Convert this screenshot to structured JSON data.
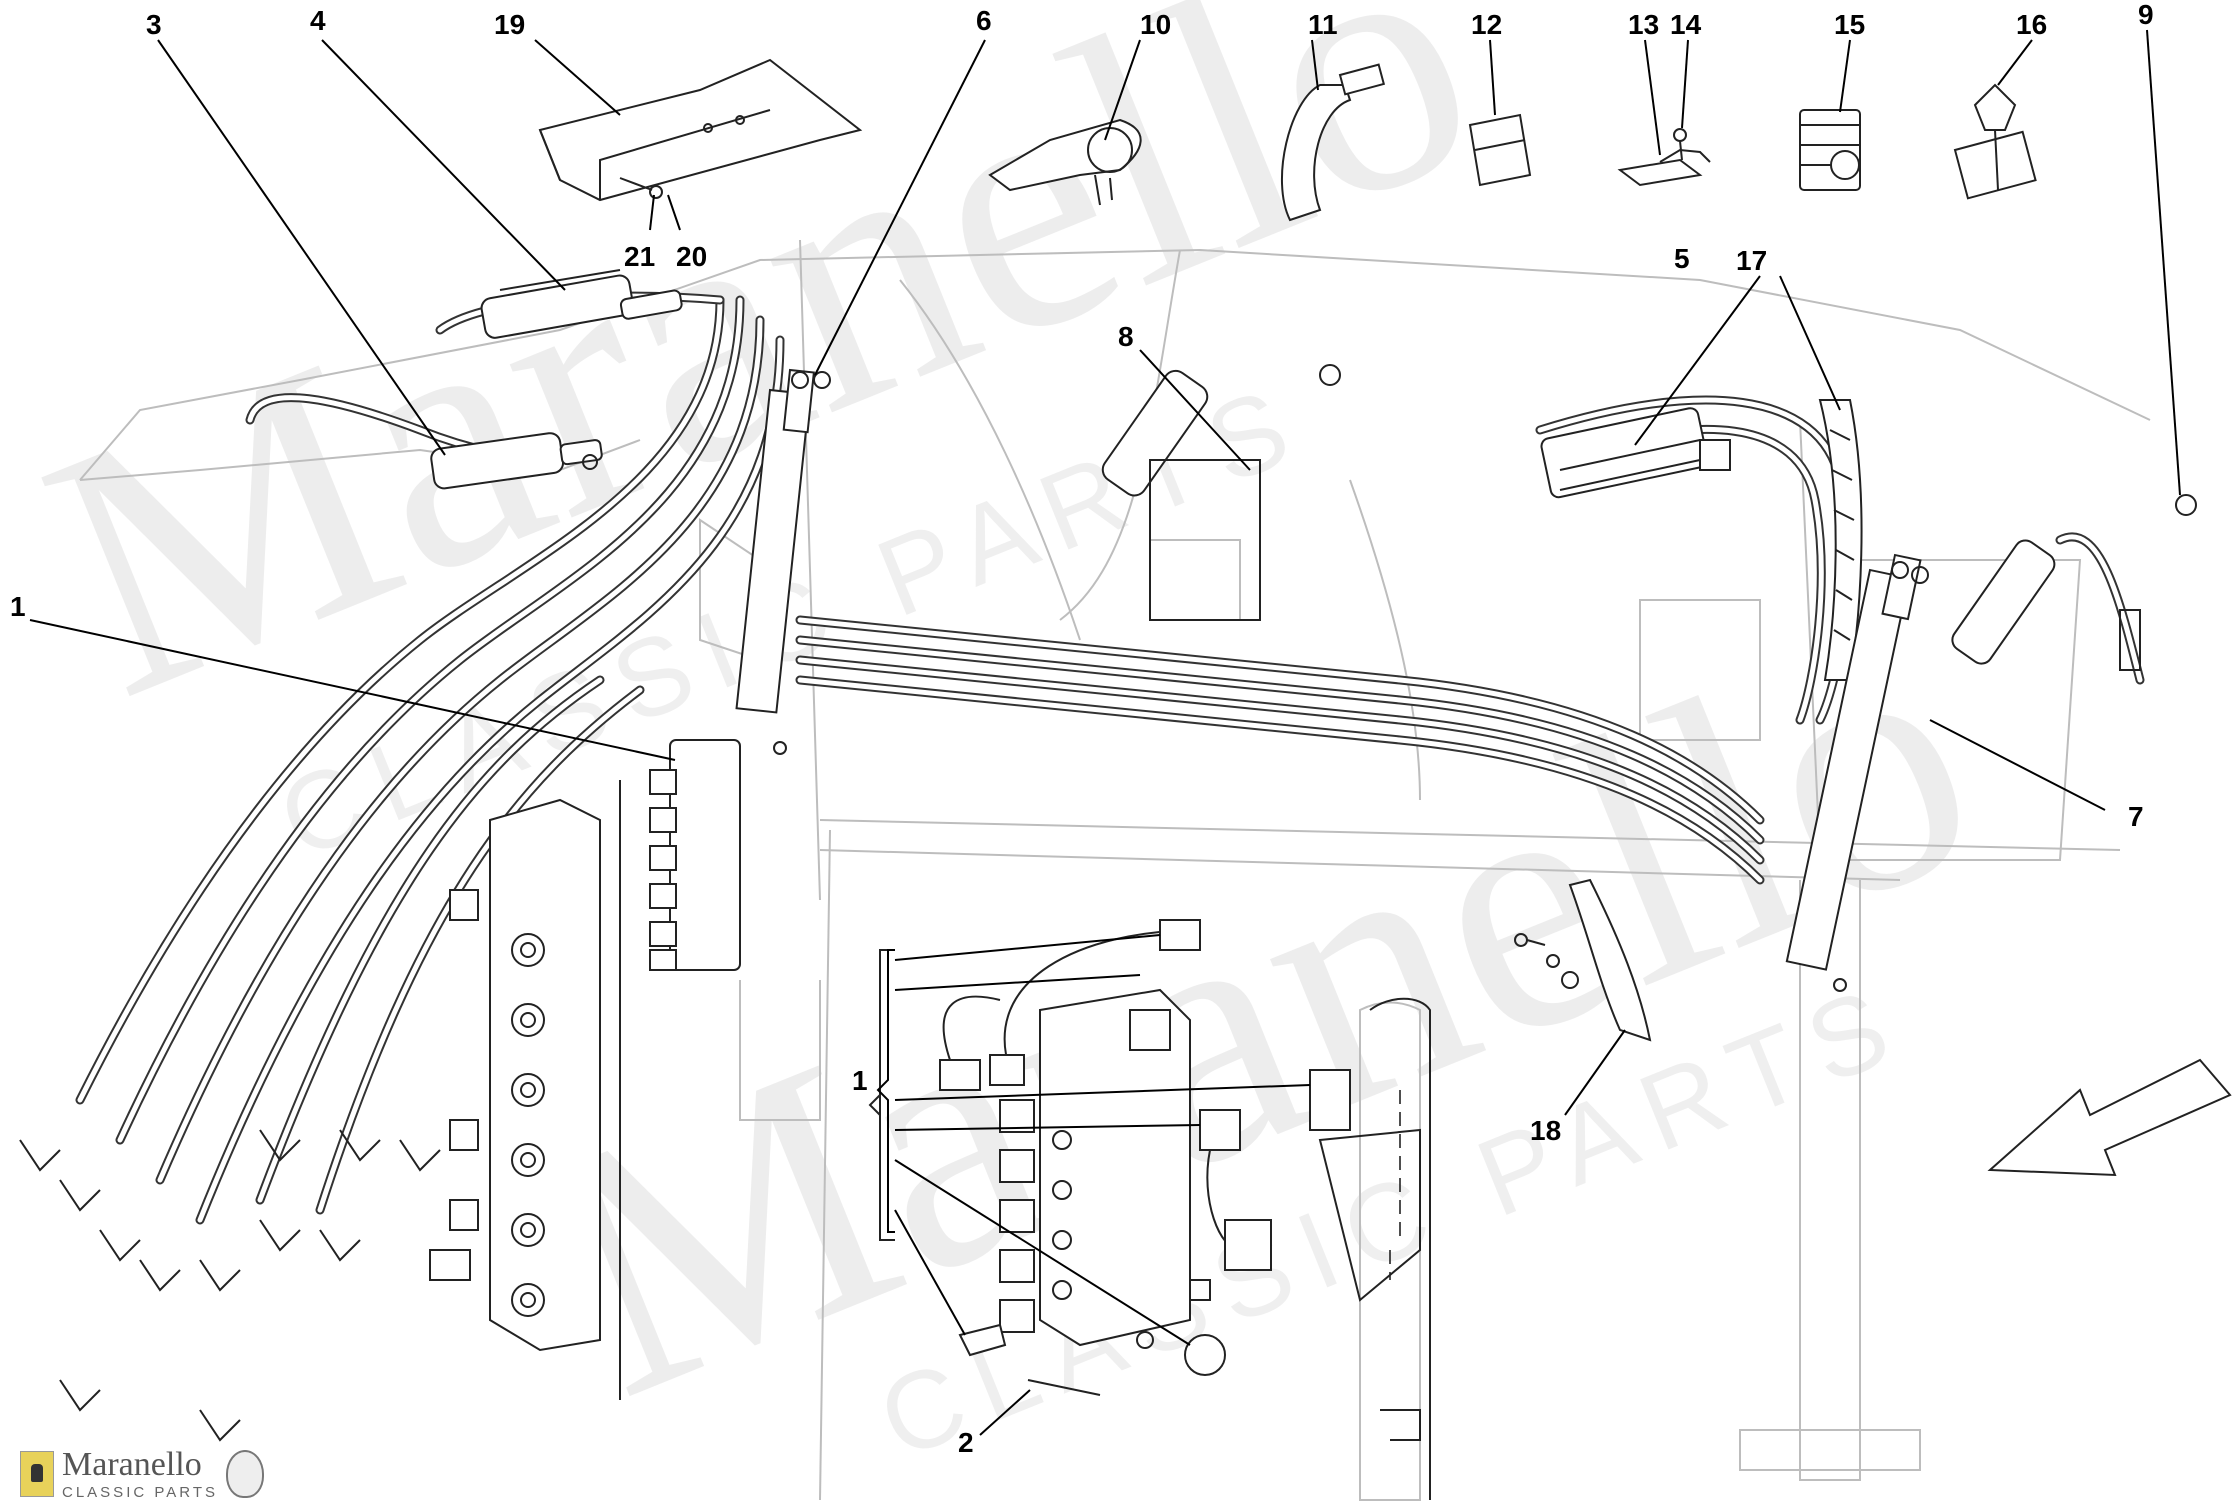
{
  "watermark": {
    "text": "Maranello",
    "subtext": "CLASSIC PARTS"
  },
  "logo": {
    "name": "Maranello",
    "sub": "CLASSIC PARTS"
  },
  "callouts": [
    {
      "id": "c1a",
      "text": "1"
    },
    {
      "id": "c1b",
      "text": "1"
    },
    {
      "id": "c2",
      "text": "2"
    },
    {
      "id": "c3",
      "text": "3"
    },
    {
      "id": "c4",
      "text": "4"
    },
    {
      "id": "c5",
      "text": "5"
    },
    {
      "id": "c6",
      "text": "6"
    },
    {
      "id": "c7",
      "text": "7"
    },
    {
      "id": "c8",
      "text": "8"
    },
    {
      "id": "c9",
      "text": "9"
    },
    {
      "id": "c10",
      "text": "10"
    },
    {
      "id": "c11",
      "text": "11"
    },
    {
      "id": "c12",
      "text": "12"
    },
    {
      "id": "c13",
      "text": "13"
    },
    {
      "id": "c14",
      "text": "14"
    },
    {
      "id": "c15",
      "text": "15"
    },
    {
      "id": "c16",
      "text": "16"
    },
    {
      "id": "c17",
      "text": "17"
    },
    {
      "id": "c18",
      "text": "18"
    },
    {
      "id": "c19",
      "text": "19"
    },
    {
      "id": "c20",
      "text": "20"
    },
    {
      "id": "c21",
      "text": "21"
    }
  ]
}
